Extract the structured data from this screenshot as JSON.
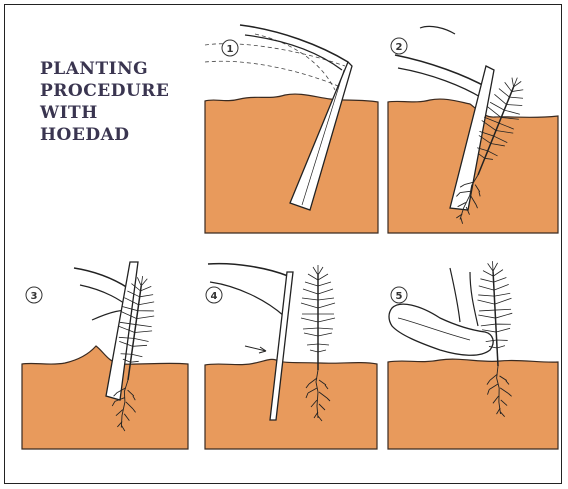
{
  "title_lines": [
    "PLANTING",
    "PROCEDURE",
    "WITH",
    "HOEDAD"
  ],
  "colors": {
    "soil": "#e89a5c",
    "soil_line": "#3a2a20",
    "ink": "#222222",
    "frame": "#222222",
    "title": "#3a3550"
  },
  "steps": [
    {
      "number": "1",
      "action": "swing-hoedad-into-soil"
    },
    {
      "number": "2",
      "action": "pull-handle-place-seedling"
    },
    {
      "number": "3",
      "action": "seedling-inserted-behind-blade"
    },
    {
      "number": "4",
      "action": "withdraw-blade-close-hole"
    },
    {
      "number": "5",
      "action": "step-to-firm-soil"
    }
  ]
}
